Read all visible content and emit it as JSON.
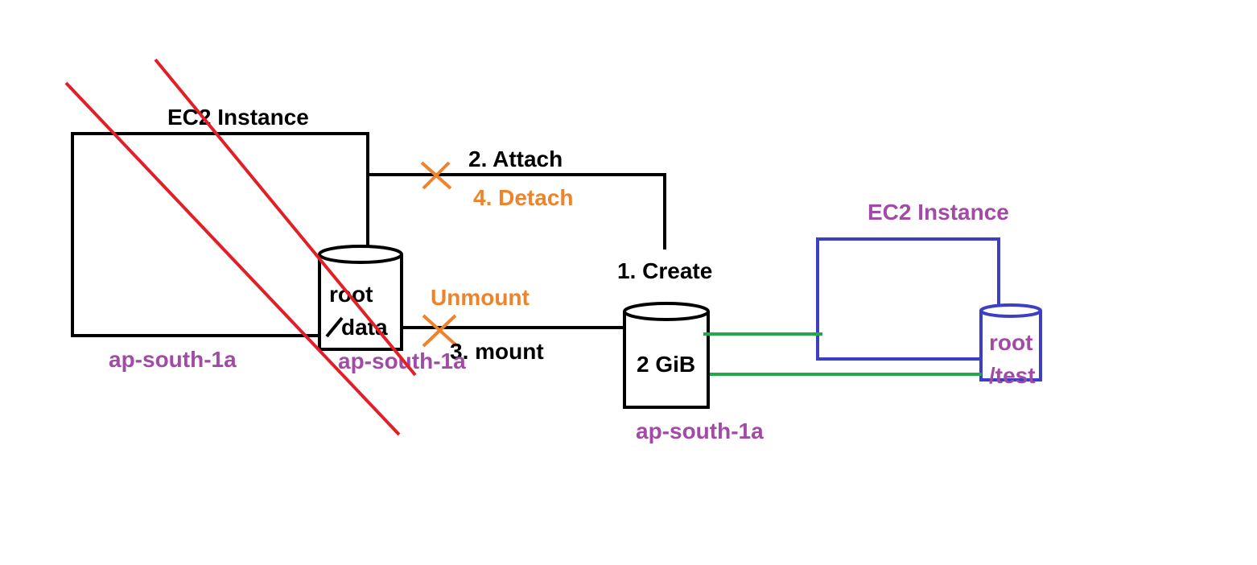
{
  "colors": {
    "ink": "#000000",
    "cross_out": "#e41e26",
    "crossmark": "#f0822a",
    "zone_text": "#a24ba6",
    "second_instance": "#3c3fc5",
    "new_link": "#22a94a"
  },
  "left_instance": {
    "title": "EC2 Instance",
    "zone": "ap-south-1a",
    "volume_line1": "root",
    "volume_line2": "data",
    "volume_zone": "ap-south-1a",
    "crossed_out": true
  },
  "steps": {
    "attach": "2. Attach",
    "detach": "4. Detach",
    "create": "1. Create",
    "unmount": "Unmount",
    "mount": "3. mount"
  },
  "ebs_volume": {
    "size": "2 GiB",
    "zone": "ap-south-1a"
  },
  "right_instance": {
    "title": "EC2 Instance",
    "volume_line1": "root",
    "volume_line2": "/test"
  }
}
